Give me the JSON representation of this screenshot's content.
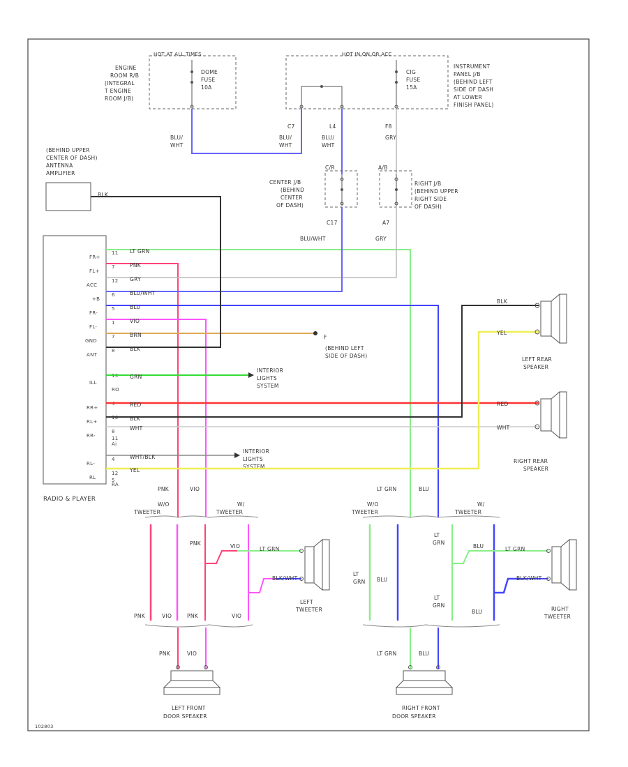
{
  "colors": {
    "border": "#444444",
    "component_line": "#555555",
    "dashed": "#666666",
    "wire_blue": "#6666ff",
    "wire_blk": "#333333",
    "wire_gry": "#bbbbbb",
    "wire_ltgrn": "#88ee88",
    "wire_grn": "#33dd33",
    "wire_red": "#ff3333",
    "wire_pnk": "#ff4477",
    "wire_vio": "#ff55ff",
    "wire_brn": "#ddaa55",
    "wire_yel": "#eeee55",
    "wire_wht": "#cccccc",
    "wire_blu": "#4444ff"
  },
  "labels": {
    "engine_box_title": "HOT AT ALL TIMES",
    "engine_box_desc": [
      "ENGINE",
      "ROOM R/B",
      "(INTEGRAL",
      "T ENGINE",
      "ROOM J/B)"
    ],
    "engine_fuse": [
      "DOME",
      "FUSE",
      "10A"
    ],
    "ip_box_title": "HOT IN ON OR ACC",
    "ip_fuse": [
      "CIG",
      "FUSE",
      "15A"
    ],
    "ip_box_desc": [
      "INSTRUMENT",
      "PANEL J/B",
      "(BEHIND LEFT",
      "SIDE OF DASH",
      "AT LOWER",
      "FINISH PANEL)"
    ],
    "antenna_desc": [
      "(BEHIND UPPER",
      "CENTER OF DASH)",
      "ANTENNA",
      "AMPLIFIER"
    ],
    "antenna_wire": "BLK",
    "wire_blu_wht_1": [
      "BLU/",
      "WHT"
    ],
    "conn_c7": "C7",
    "wire_blu_wht_2": [
      "BLU/",
      "WHT"
    ],
    "conn_l4": "L4",
    "wire_blu_wht_3": [
      "BLU/",
      "WHT"
    ],
    "conn_f8": "F8",
    "wire_gry_top": "GRY",
    "center_jb_tag": "C/R",
    "center_jb_desc": [
      "CENTER J/B",
      "(BEHIND",
      "CENTER",
      "OF DASH)"
    ],
    "conn_c17": "C17",
    "right_jb_tag": "A/B",
    "right_jb_desc": [
      "RIGHT J/B",
      "(BEHIND UPPER",
      "RIGHT SIDE",
      "OF DASH)"
    ],
    "conn_a7": "A7",
    "wire_bluwht_bottom": "BLU/WHT",
    "wire_gry_bottom": "GRY",
    "radio_pins": [
      "FR+",
      "FL+",
      "ACC",
      "+B",
      "FR-",
      "FL-",
      "GND",
      "ANT",
      "ILL",
      "RO",
      "RR+",
      "RL+",
      "RR-",
      "Ai",
      "RL-",
      "RL",
      "RA"
    ],
    "radio_pin_nums": [
      "11",
      "7",
      "12",
      "6",
      "5",
      "1",
      "7",
      "8",
      "13",
      "4",
      "10",
      "8",
      "11",
      "4",
      "12",
      "5"
    ],
    "radio_wires": [
      "LT GRN",
      "PNK",
      "GRY",
      "BLU/WHT",
      "BLU",
      "VIO",
      "BRN",
      "BLK",
      "GRN",
      "RED",
      "BLK",
      "WHT",
      "WHT/BLK",
      "YEL"
    ],
    "ground_label": [
      "(BEHIND LEFT",
      "SIDE OF DASH)"
    ],
    "ground_num": "F",
    "interior_lights_1": [
      "INTERIOR",
      "LIGHTS",
      "SYSTEM"
    ],
    "interior_lights_2": [
      "INTERIOR",
      "LIGHTS",
      "SYSTEM"
    ],
    "radio_title": "RADIO & PLAYER",
    "left_rear_wires": [
      "BLK",
      "YEL"
    ],
    "left_rear_title": [
      "LEFT REAR",
      "SPEAKER"
    ],
    "right_rear_wires": [
      "RED",
      "WHT"
    ],
    "right_rear_title": [
      "RIGHT REAR",
      "SPEAKER"
    ],
    "left_split_top": [
      "PNK",
      "VIO"
    ],
    "left_wo_tweeter": [
      "W/O",
      "TWEETER"
    ],
    "left_w_tweeter": [
      "W/",
      "TWEETER"
    ],
    "right_split_top": [
      "LT GRN",
      "BLU"
    ],
    "right_wo_tweeter": [
      "W/O",
      "TWEETER"
    ],
    "right_w_tweeter": [
      "W/",
      "TWEETER"
    ],
    "left_tw_labels": [
      "PNK",
      "VIO",
      "LT GRN",
      "BLK/WHT"
    ],
    "left_tweeter_title": [
      "LEFT",
      "TWEETER"
    ],
    "left_bottom_row": [
      "PNK",
      "VIO",
      "PNK",
      "VIO"
    ],
    "right_tw_labels": [
      "LT",
      "GRN",
      "BLU",
      "LT GRN",
      "BLK/WHT",
      "LT",
      "GRN",
      "BLU"
    ],
    "right_wo_labels": [
      "LT",
      "GRN",
      "BLU"
    ],
    "right_tweeter_title": [
      "RIGHT",
      "TWEETER"
    ],
    "left_front_wires": [
      "PNK",
      "VIO"
    ],
    "left_front_title": [
      "LEFT FRONT",
      "DOOR SPEAKER"
    ],
    "right_front_wires": [
      "LT GRN",
      "BLU"
    ],
    "right_front_title": [
      "RIGHT FRONT",
      "DOOR SPEAKER"
    ],
    "footer_code": "102803"
  }
}
